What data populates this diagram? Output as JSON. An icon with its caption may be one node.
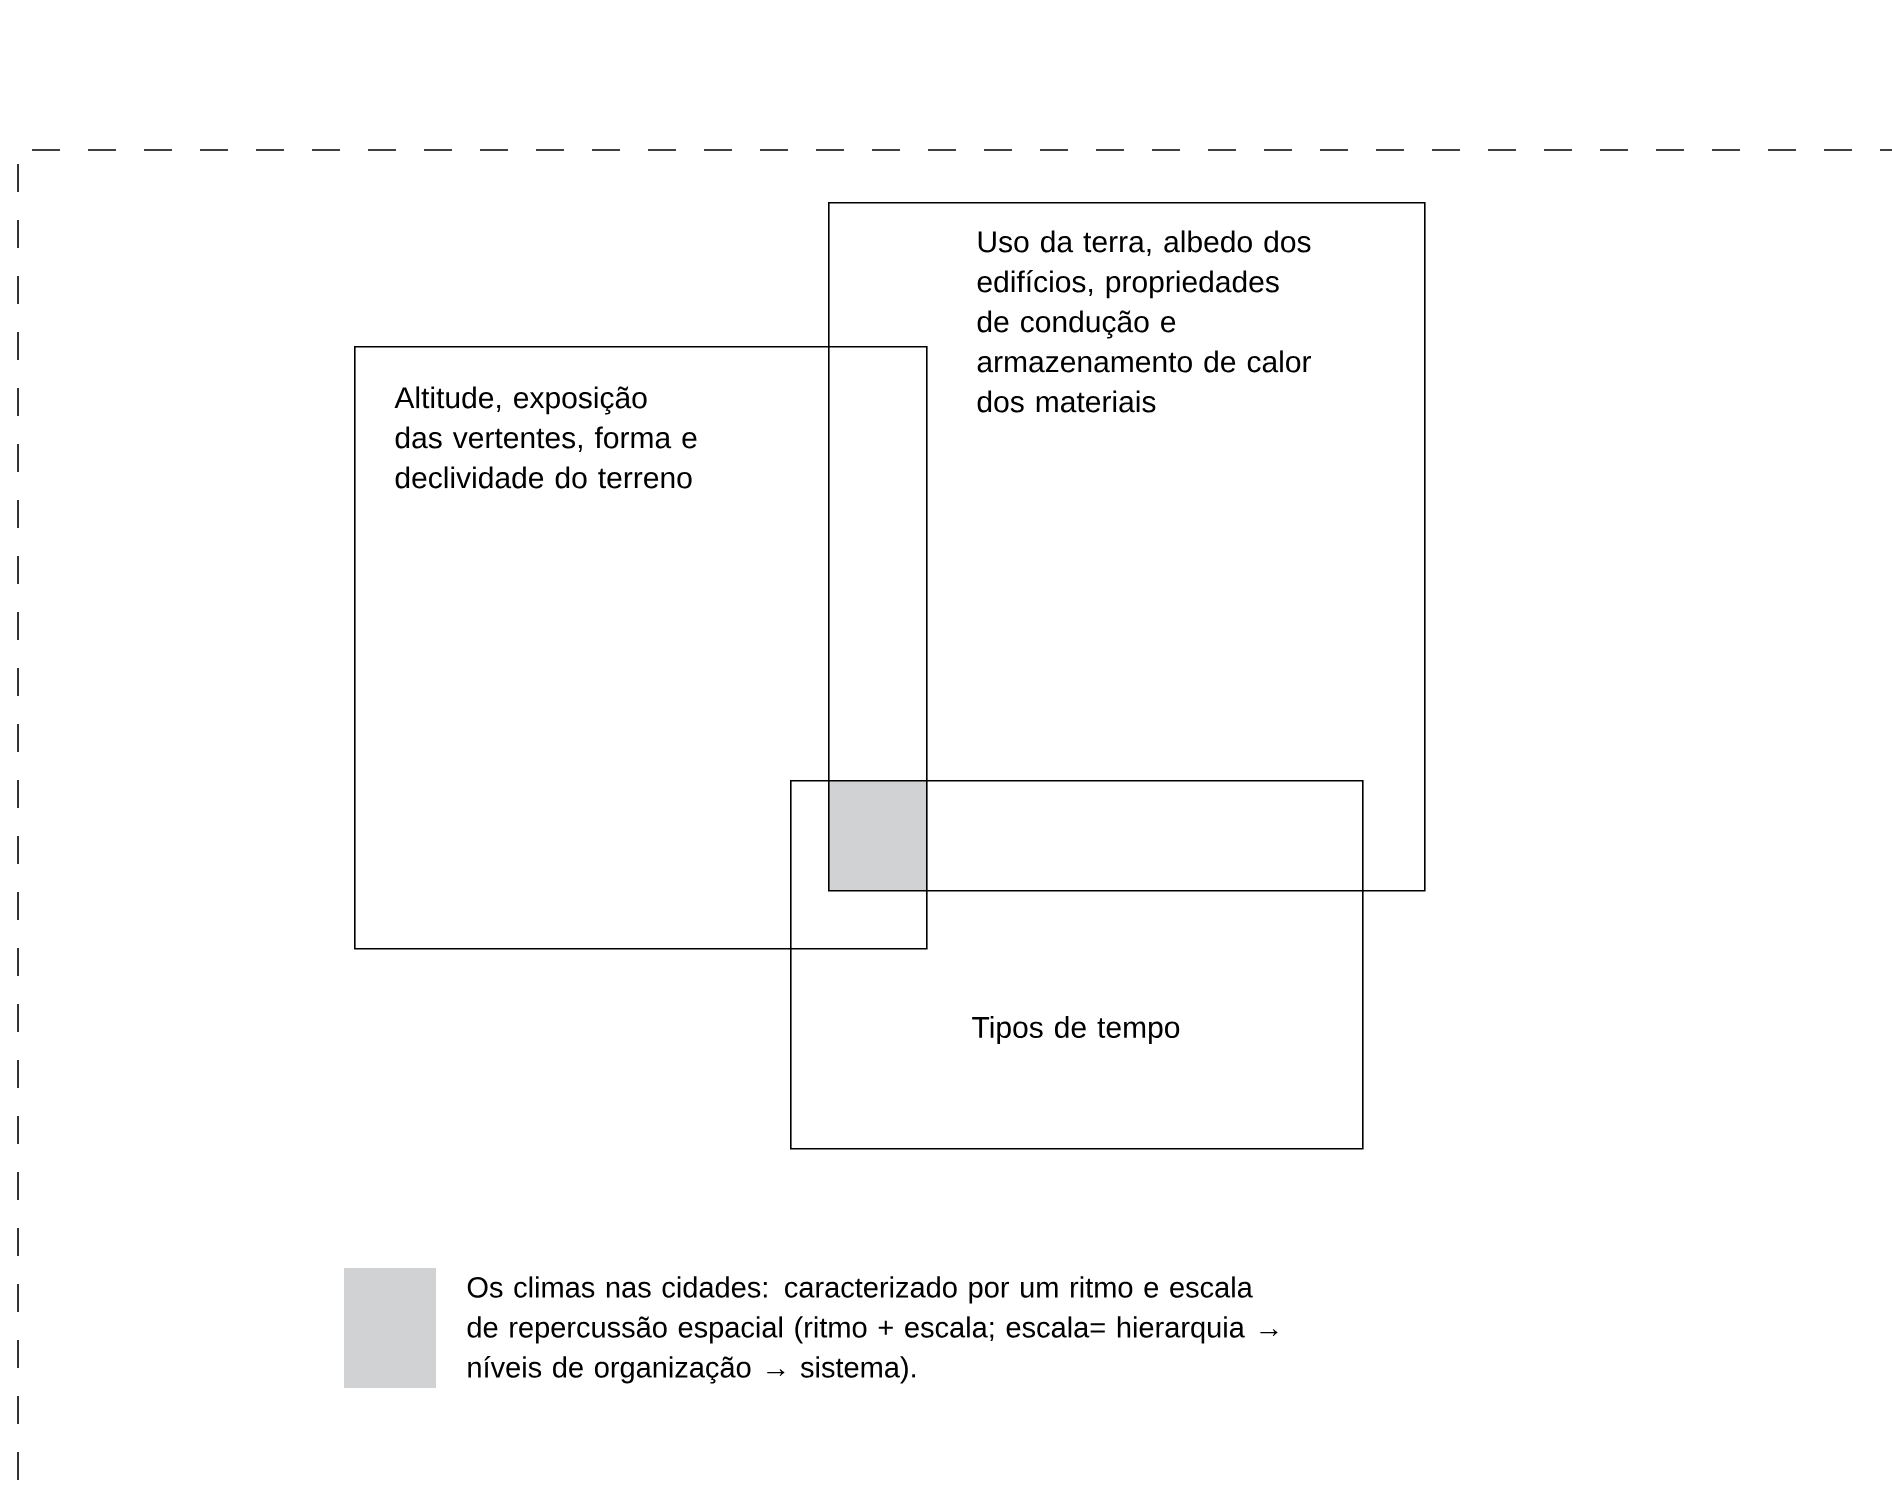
{
  "diagram": {
    "nodes": [
      {
        "text": [
          "Altitude, exposição das vertentes, forma e declividade do terreno"
        ]
      },
      {
        "text": [
          "Uso da terra, albedo dos edifícios, propriedades de condução e armazenamento de calor dos materiais"
        ]
      },
      {
        "text": [
          "Tipos de tempo"
        ]
      }
    ],
    "legend": [
      {
        "text": "Os climas nas cidades: caracterizado por um ritmo e escala de repercussão espacial (ritmo + escala; escala= hierarquia → níveis de organização → sistema).",
        "color": "#d1d2d4"
      }
    ]
  }
}
